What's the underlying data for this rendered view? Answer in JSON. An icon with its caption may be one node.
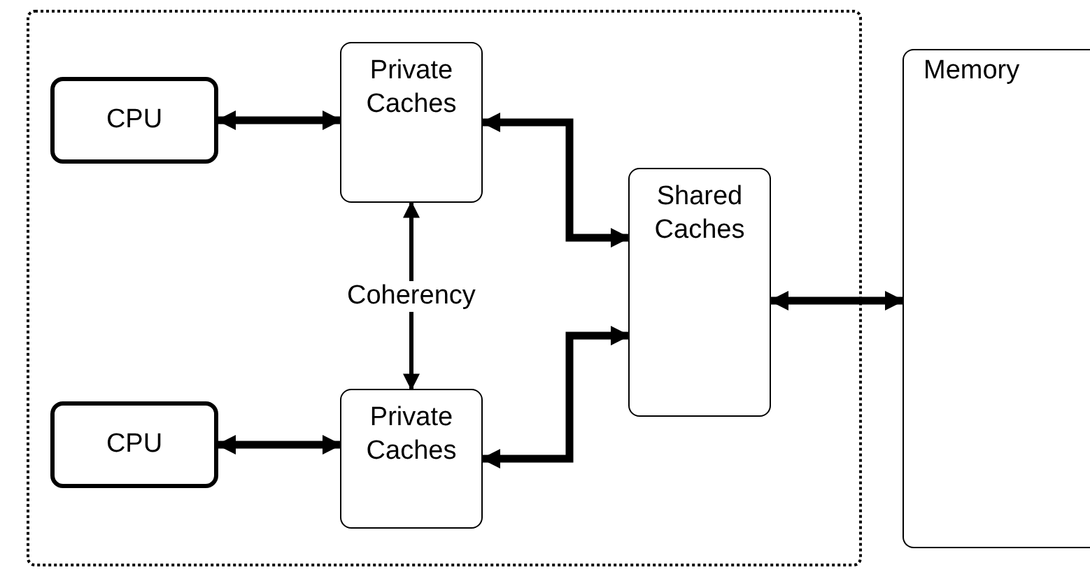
{
  "diagram": {
    "nodes": [
      {
        "text": [],
        "shape": "box"
      },
      {
        "text": [
          "CPU"
        ],
        "in": 0
      },
      {
        "text": [
          "Private Caches"
        ],
        "in": 0
      },
      {
        "text": [
          "Shared Caches"
        ],
        "in": 0
      },
      {
        "text": [
          "Private Caches"
        ],
        "in": 0
      },
      {
        "text": [
          "CPU"
        ],
        "in": 0
      },
      {
        "text": [
          "Memory"
        ]
      }
    ],
    "edges": [
      {
        "from": 1,
        "to": 2,
        "arrow": "both"
      },
      {
        "from": 2,
        "to": 3,
        "arrow": "both"
      },
      {
        "from": 2,
        "to": 4,
        "arrow": "both",
        "label": "Coherency"
      },
      {
        "from": 5,
        "to": 4,
        "arrow": "both"
      },
      {
        "from": 4,
        "to": 3,
        "arrow": "both"
      },
      {
        "from": 3,
        "to": 6,
        "arrow": "both"
      }
    ]
  }
}
